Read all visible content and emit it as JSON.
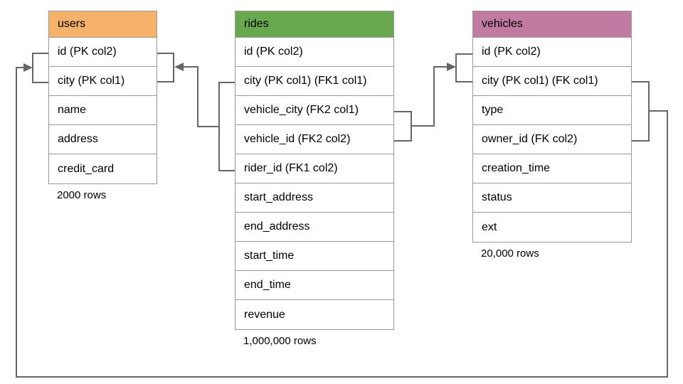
{
  "colors": {
    "connector": "#666666",
    "table_border": "#999999",
    "text": "#000000",
    "users_header": "#F6B26B",
    "rides_header": "#6AA84F",
    "vehicles_header": "#C27BA0"
  },
  "tables": [
    {
      "key": "users",
      "title": "users",
      "header_color": "#F6B26B",
      "columns": [
        "id (PK col2)",
        "city (PK col1)",
        "name",
        "address",
        "credit_card"
      ],
      "row_count": "2000 rows"
    },
    {
      "key": "rides",
      "title": "rides",
      "header_color": "#6AA84F",
      "columns": [
        "id (PK col2)",
        "city (PK col1) (FK1 col1)",
        "vehicle_city (FK2 col1)",
        "vehicle_id (FK2 col2)",
        "rider_id (FK1 col2)",
        "start_address",
        "end_address",
        "start_time",
        "end_time",
        "revenue"
      ],
      "row_count": "1,000,000 rows"
    },
    {
      "key": "vehicles",
      "title": "vehicles",
      "header_color": "#C27BA0",
      "columns": [
        "id (PK col2)",
        "city (PK col1) (FK col1)",
        "type",
        "owner_id (FK col2)",
        "creation_time",
        "status",
        "ext"
      ],
      "row_count": "20,000 rows"
    }
  ],
  "relationships": [
    {
      "from": "rides (city, rider_id) FK1",
      "to": "users (city, id)"
    },
    {
      "from": "rides (vehicle_city, vehicle_id) FK2",
      "to": "vehicles (city, id)"
    },
    {
      "from": "vehicles (city, owner_id) FK",
      "to": "users (city, id)"
    }
  ]
}
